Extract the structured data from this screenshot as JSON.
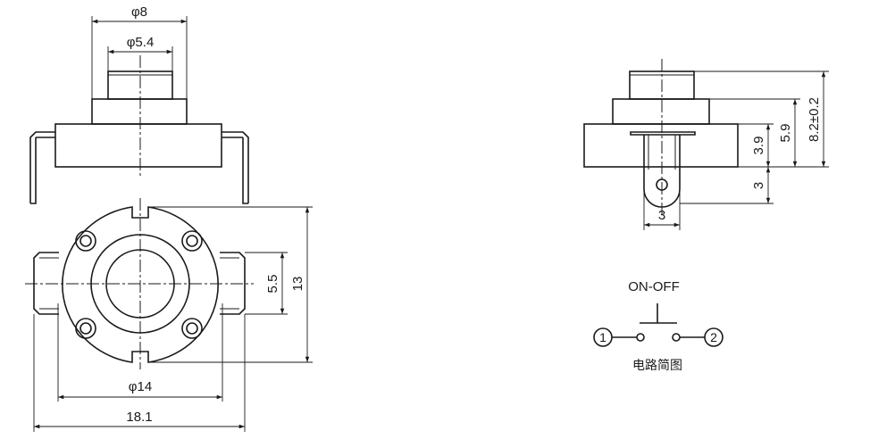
{
  "dimensions": {
    "top_outer_dia": "φ8",
    "top_inner_dia": "φ5.4",
    "body_dia": "φ14",
    "overall_width": "18.1",
    "slot_width": "5.5",
    "overall_height": "13",
    "total_height": "8.2±0.2",
    "body_to_top": "5.9",
    "body_height": "3.9",
    "terminal_length": "3",
    "terminal_width": "3"
  },
  "schematic": {
    "label": "ON-OFF",
    "terminal_1": "1",
    "terminal_2": "2",
    "caption": "电路简图"
  }
}
